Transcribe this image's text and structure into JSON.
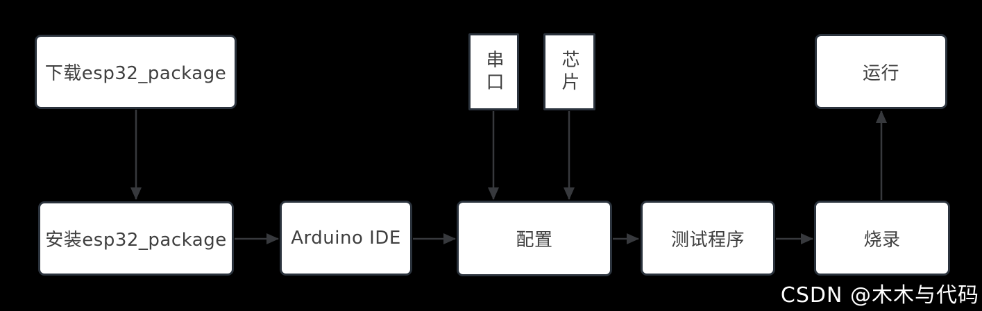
{
  "canvas": {
    "background": "#000000"
  },
  "style": {
    "box_fill": "#ffffff",
    "box_border": "#2b333d",
    "arrow_color": "#37393d",
    "text_color": "#3f3f3f",
    "watermark_color": "#ffffff"
  },
  "nodes": {
    "download": {
      "label": "下载esp32_package"
    },
    "serial": {
      "label": "串口"
    },
    "chip": {
      "label": "芯片"
    },
    "run": {
      "label": "运行"
    },
    "install": {
      "label": "安装esp32_package"
    },
    "arduino": {
      "label": "Arduino IDE"
    },
    "config": {
      "label": "配置"
    },
    "test": {
      "label": "测试程序"
    },
    "burn": {
      "label": "烧录"
    }
  },
  "edges": [
    {
      "from": "download",
      "to": "install",
      "direction": "down"
    },
    {
      "from": "install",
      "to": "arduino",
      "direction": "right"
    },
    {
      "from": "arduino",
      "to": "config",
      "direction": "right"
    },
    {
      "from": "serial",
      "to": "config",
      "direction": "down"
    },
    {
      "from": "chip",
      "to": "config",
      "direction": "down"
    },
    {
      "from": "config",
      "to": "test",
      "direction": "right"
    },
    {
      "from": "test",
      "to": "burn",
      "direction": "right"
    },
    {
      "from": "burn",
      "to": "run",
      "direction": "up"
    }
  ],
  "watermark": {
    "text": "CSDN @木木与代码"
  }
}
